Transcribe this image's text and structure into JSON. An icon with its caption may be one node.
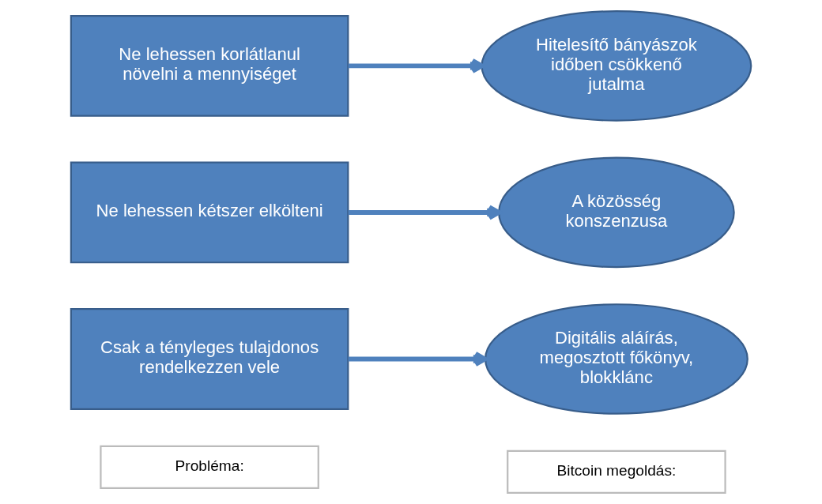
{
  "diagram": {
    "nodes": [
      {
        "text": [
          "Probléma:"
        ]
      },
      {
        "text": [
          "Bitcoin megoldás:"
        ]
      },
      {
        "text": [
          "Csak a tényleges tulajdonos rendelkezzen vele"
        ]
      },
      {
        "text": [
          "Ne lehessen kétszer elkölteni"
        ]
      },
      {
        "text": [
          "Ne lehessen korlátlanul növelni a mennyiséget"
        ]
      },
      {
        "text": [
          "Digitális aláírás, megosztott főkönyv, blokklánc"
        ]
      },
      {
        "text": [
          "A közösség konszenzusa"
        ]
      },
      {
        "text": [
          "Hitelesítő bányászok időben csökkenő jutalma"
        ]
      }
    ],
    "edges": [
      {
        "from": 2,
        "to": 5,
        "arrow": "to"
      },
      {
        "from": 3,
        "to": 6,
        "arrow": "to"
      },
      {
        "from": 4,
        "to": 7,
        "arrow": "to"
      }
    ]
  }
}
